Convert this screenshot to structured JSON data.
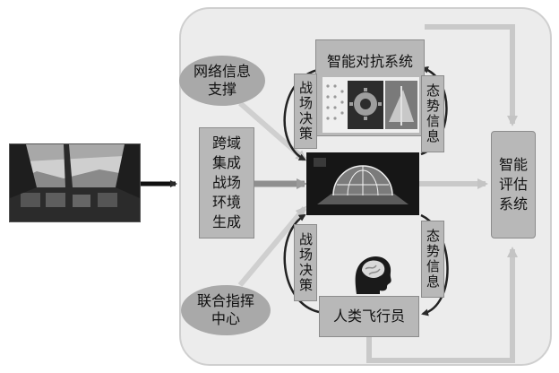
{
  "nodes": {
    "confrontation": "智能对抗系统",
    "network": "网络信息\n支撑",
    "cross_domain": "跨域\n集成\n战场\n环境\n生成",
    "command": "联合指挥\n中心",
    "evaluation": "智能\n评估\n系统",
    "pilot": "人类飞行员"
  },
  "labels": {
    "decision_top": "战场决策",
    "situation_top": "态势信息",
    "decision_bottom": "战场决策",
    "situation_bottom": "态势信息"
  },
  "icons": {
    "cockpit": "cockpit-photo",
    "hologram": "battlefield-hologram",
    "ai_collage": "ai-gear-collage",
    "brain": "human-brain-silhouette"
  },
  "colors": {
    "panel": "#ececec",
    "box": "#b8b8b8",
    "oval": "#a9a9a9",
    "arrow_dark": "#2a2a2a",
    "arrow_light": "#c9c9c9"
  }
}
